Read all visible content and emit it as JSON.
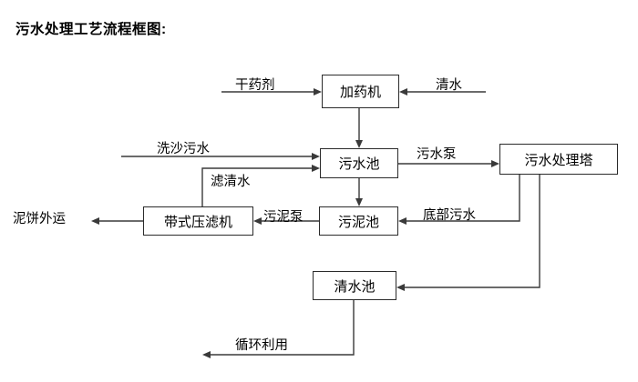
{
  "title": "污水处理工艺流程框图:",
  "nodes": [
    {
      "id": "dosing-machine",
      "label": "加药机"
    },
    {
      "id": "sewage-pool",
      "label": "污水池"
    },
    {
      "id": "treatment-tower",
      "label": "污水处理塔"
    },
    {
      "id": "belt-filter",
      "label": "带式压滤机"
    },
    {
      "id": "sludge-pool",
      "label": "污泥池"
    },
    {
      "id": "clear-water-pool",
      "label": "清水池"
    }
  ],
  "edge_labels": [
    {
      "id": "dry-agent",
      "label": "干药剂"
    },
    {
      "id": "clean-water-in",
      "label": "清水"
    },
    {
      "id": "sand-wash-sewage",
      "label": "洗沙污水"
    },
    {
      "id": "filtrate-water",
      "label": "滤清水"
    },
    {
      "id": "sewage-pump",
      "label": "污水泵"
    },
    {
      "id": "sludge-pump",
      "label": "污泥泵"
    },
    {
      "id": "bottom-sewage",
      "label": "底部污水"
    },
    {
      "id": "mud-cake-out",
      "label": "泥饼外运"
    },
    {
      "id": "recycle-use",
      "label": "循环利用"
    }
  ],
  "colors": {
    "background": "#ffffff",
    "line": "#3a3a3a",
    "box_border": "#2b2b2b",
    "text": "#000000"
  }
}
